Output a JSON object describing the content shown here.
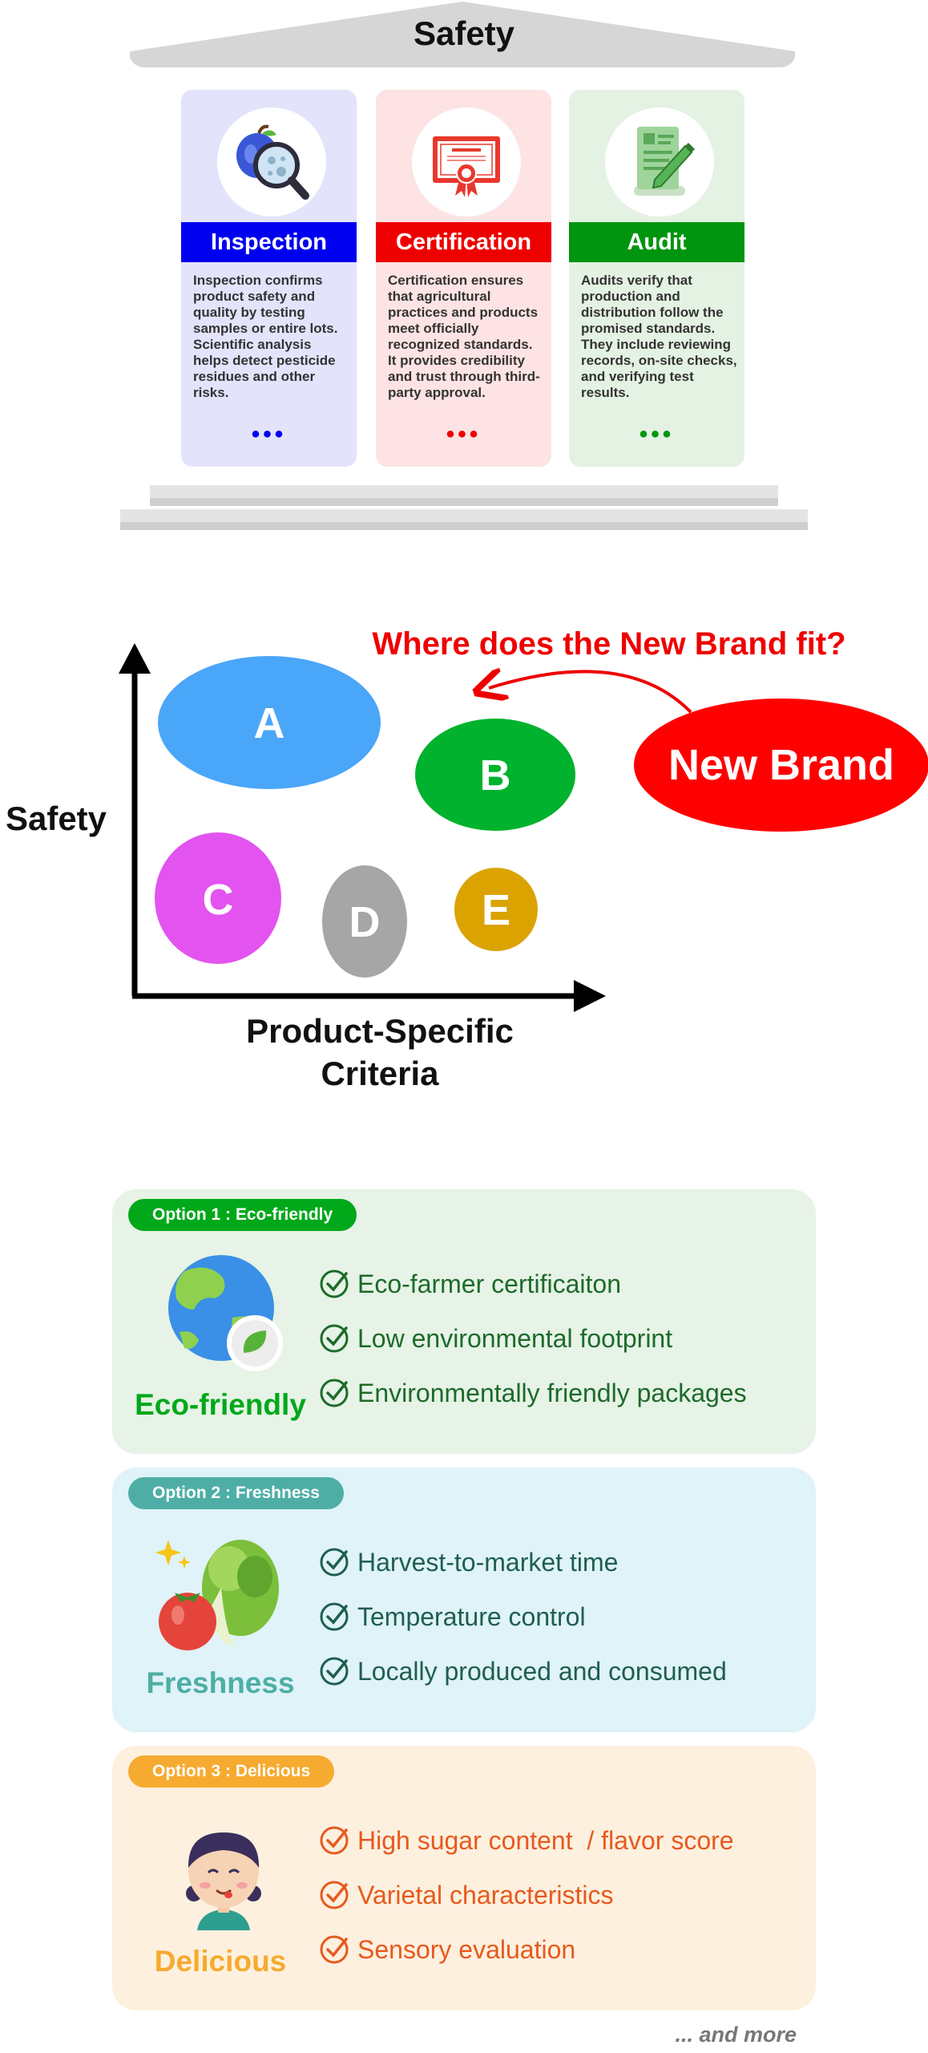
{
  "temple": {
    "title": "Safety",
    "pillars": [
      {
        "title": "Inspection",
        "text": "Inspection confirms product safety and quality by testing samples or entire lots. Scientific analysis helps detect pesticide residues and other risks.",
        "dots": "•••",
        "icon": "magnifier-apple-icon",
        "bg": "#e3e3fb",
        "accent": "#0000f0"
      },
      {
        "title": "Certification",
        "text": "Certification ensures that agricultural practices and products meet officially recognized standards. It provides credibility and trust through third-party approval.",
        "dots": "•••",
        "icon": "certificate-icon",
        "bg": "#fde3e3",
        "accent": "#ee0000"
      },
      {
        "title": "Audit",
        "text": "Audits verify that production and distribution follow the promised standards. They include reviewing records, on-site checks, and verifying test results.",
        "dots": "•••",
        "icon": "document-pen-icon",
        "bg": "#e3f2e3",
        "accent": "#00950f"
      }
    ]
  },
  "positioning": {
    "question": "Where does the New Brand fit?",
    "y_axis_label": "Safety",
    "x_axis_label_line1": "Product-Specific",
    "x_axis_label_line2": "Criteria",
    "new_brand": "New Brand",
    "brands": [
      {
        "label": "A",
        "color": "#4aa6f8"
      },
      {
        "label": "B",
        "color": "#00b22d"
      },
      {
        "label": "C",
        "color": "#e353ef"
      },
      {
        "label": "D",
        "color": "#a6a6a6"
      },
      {
        "label": "E",
        "color": "#dba300"
      }
    ],
    "new_brand_color": "#ff0000"
  },
  "options": [
    {
      "pill": "Option 1 : Eco-friendly",
      "label": "Eco-friendly",
      "icon": "earth-leaf-icon",
      "bg": "#e6f3e6",
      "accent": "#00a81a",
      "text_color": "#1d6a2a",
      "items": [
        "Eco-farmer certificaiton",
        "Low environmental footprint",
        "Environmentally friendly packages"
      ]
    },
    {
      "pill": "Option 2 : Freshness",
      "label": "Freshness",
      "icon": "vegetables-icon",
      "bg": "#dff3f8",
      "accent": "#4eaea5",
      "text_color": "#1f5e4f",
      "items": [
        "Harvest-to-market time",
        "Temperature control",
        "Locally produced and consumed"
      ]
    },
    {
      "pill": "Option 3 : Delicious",
      "label": "Delicious",
      "icon": "girl-tasting-icon",
      "bg": "#fdf0df",
      "accent": "#f6aa2f",
      "text_color": "#e7591d",
      "items": [
        "High sugar content  / flavor score",
        "Varietal characteristics",
        "Sensory evaluation"
      ]
    }
  ],
  "footer": {
    "more": "... and more"
  }
}
